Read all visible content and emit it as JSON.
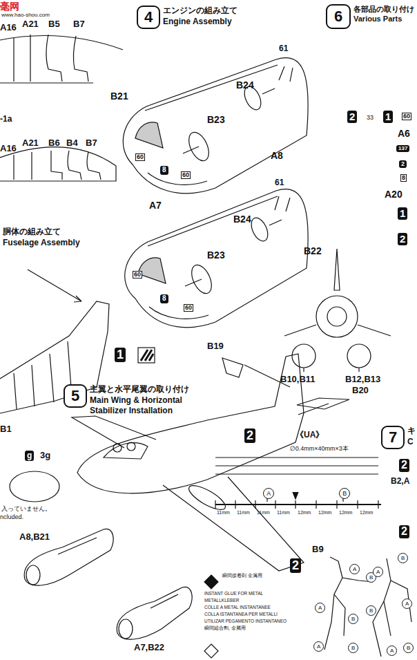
{
  "diagram": {
    "nodes": [
      {
        "text": [
          "4",
          "エンジンの組み立て",
          "Engine Assembly"
        ]
      },
      {
        "text": [
          "6",
          "各部品の取り付け",
          "Various Parts"
        ]
      },
      {
        "text": [
          "胴体の組み立て",
          "Fuselage Assembly"
        ]
      },
      {
        "text": [
          "5",
          "主翼と水平尾翼の取り付け",
          "Main Wing & Horizontal Stabilizer Installation"
        ]
      },
      {
        "text": [
          "7",
          "キ",
          "C"
        ]
      }
    ],
    "labels": [
      "毫网",
      "www.hao-shou.com",
      "A16",
      "A21",
      "B5",
      "B7",
      "-1a",
      "A16",
      "A21",
      "B6",
      "B4",
      "B7",
      "B21",
      "61",
      "B24",
      "B23",
      "A8",
      "60",
      "8",
      "60",
      "A7",
      "61",
      "B24",
      "B23",
      "B22",
      "60",
      "8",
      "60",
      "2",
      "33",
      "1",
      "60",
      "A6",
      "137",
      "2",
      "8",
      "A20",
      "1",
      "2",
      "B10,B11",
      "B12,B13",
      "1",
      "B19",
      "B20",
      "B1",
      "2",
      "《UA》",
      "∅0.4mm×40mm×3本",
      "A",
      "B",
      "11mm",
      "11mm",
      "11mm",
      "11mm",
      "12mm",
      "12mm",
      "12mm",
      "12mm",
      "g",
      "3g",
      "入っていません。",
      "ncluded.",
      "A8,B21",
      "A7,B22",
      "瞬間接着剤 金属用",
      "INSTANT GLUE FOR METAL",
      "METALLKLEBER",
      "COLLE A METAL INSTANTANEE",
      "COLLA ISTANTANEA PER METALLI",
      "UTILIZAR PEGAMENTO INSTANTANEO",
      "瞬間組合劑, 金屬用",
      "B9",
      "2",
      "A",
      "B",
      "A",
      "B",
      "A",
      "B",
      "A",
      "B",
      "A",
      "B",
      "A",
      "B",
      "2",
      "B2,A",
      "2"
    ]
  }
}
